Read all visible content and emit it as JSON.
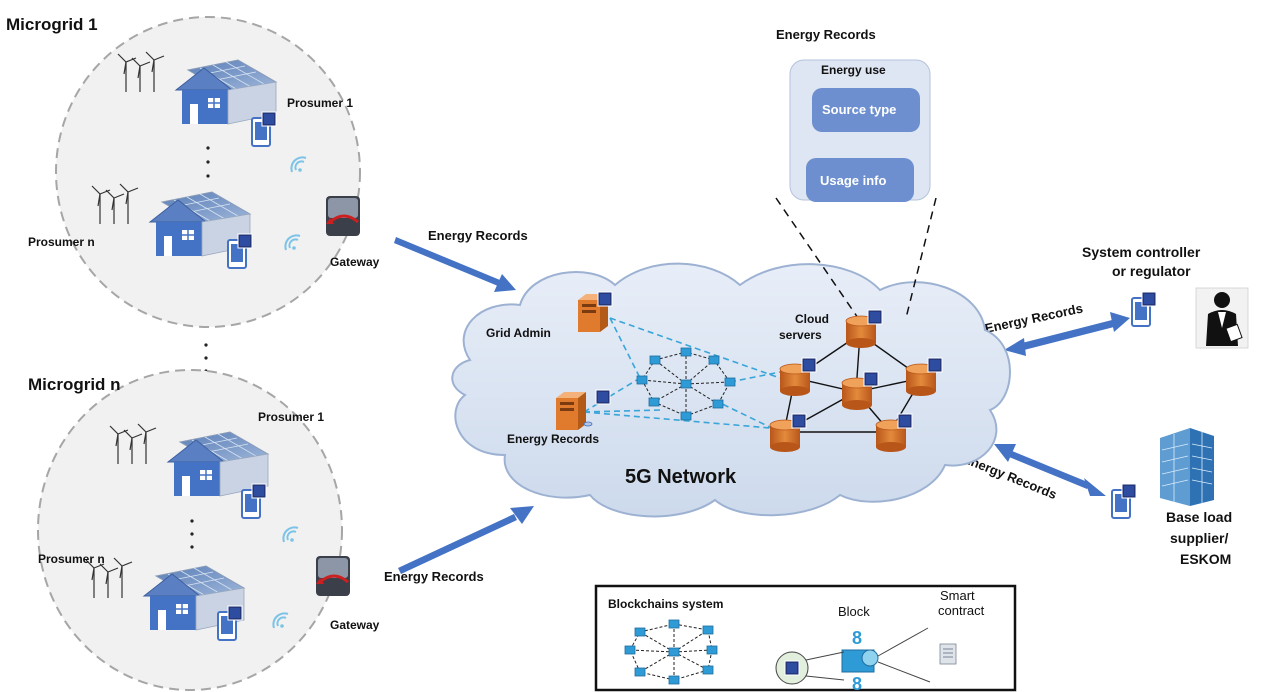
{
  "microgrid1": {
    "title": "Microgrid 1",
    "prosumer_top": "Prosumer 1",
    "prosumer_bottom": "Prosumer n",
    "gateway": "Gateway",
    "dots": "·  ·  ·"
  },
  "microgridn": {
    "title": "Microgrid n",
    "prosumer_top": "Prosumer 1",
    "prosumer_bottom": "Prosumer n",
    "gateway": "Gateway"
  },
  "arrows": {
    "top_left": "Energy Records",
    "bottom_left": "Energy Records",
    "right_top": "Energy Records",
    "right_bottom": "Energy Records"
  },
  "cloud": {
    "network_label": "5G Network",
    "grid_admin": "Grid Admin",
    "energy_records": "Energy Records",
    "cloud_servers_line1": "Cloud",
    "cloud_servers_line2": "servers"
  },
  "energy_records_panel": {
    "title": "Energy Records",
    "subtitle": "Energy use",
    "item1": "Source type",
    "item2": "Usage info"
  },
  "system_controller": {
    "line1": "System controller",
    "line2": "or regulator"
  },
  "base_load": {
    "line1": "Base load",
    "line2": "supplier/",
    "line3": "ESKOM"
  },
  "legend": {
    "blockchain": "Blockchains system",
    "block": "Block",
    "smart1": "Smart",
    "smart2": "contract"
  },
  "colors": {
    "arrow": "#4472c4",
    "house": "#4472c4",
    "cloud_fill": "#dbe6f4",
    "server": "#d0742a",
    "panel": "#dfe6f3",
    "pill": "#6d8fcf"
  }
}
